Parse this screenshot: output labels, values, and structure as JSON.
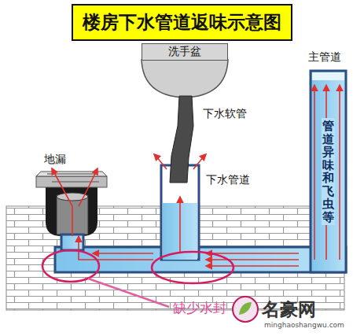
{
  "diagram": {
    "title": "楼房下水管道返味示意图",
    "nodes": [
      {
        "text": [
          "洗手盆"
        ]
      },
      {
        "text": [
          "管道异味和飞虫等"
        ]
      }
    ],
    "labels": [
      "下水软管",
      "地漏",
      "下水管道",
      "主管道",
      "缺少水封",
      "名豪网",
      "minghaoshangwu.com"
    ]
  }
}
